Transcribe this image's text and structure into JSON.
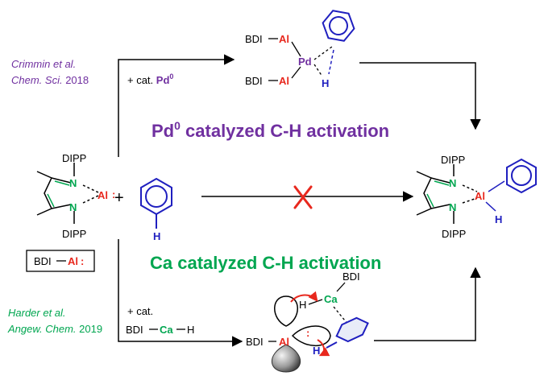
{
  "references": {
    "crimmin": {
      "line1": "Crimmin et al.",
      "journal": "Chem. Sci.",
      "year": "2018"
    },
    "harder": {
      "line1": "Harder et al.",
      "journal": "Angew. Chem.",
      "year": "2019"
    }
  },
  "headings": {
    "pd_prefix": "Pd",
    "pd_sup": "0",
    "pd_text": " catalyzed C-H activation",
    "ca_text": "Ca catalyzed C-H activation"
  },
  "catalysts": {
    "pd_prefix": "+ cat. ",
    "pd_metal": "Pd",
    "pd_sup": "0",
    "ca_prefix": "+ cat.",
    "ca_bdi": "BDI",
    "ca_metal": "Ca",
    "ca_h": "H"
  },
  "molecules": {
    "bdi": "BDI",
    "al": "Al",
    "n": "N",
    "h": "H",
    "dipp": "DIPP",
    "colon": ":",
    "plus": "+"
  },
  "colors": {
    "pd_purple": "#7030a0",
    "ca_green": "#00a650",
    "aluminium_red": "#e8281e",
    "aryl_blue": "#1f1fbf"
  }
}
